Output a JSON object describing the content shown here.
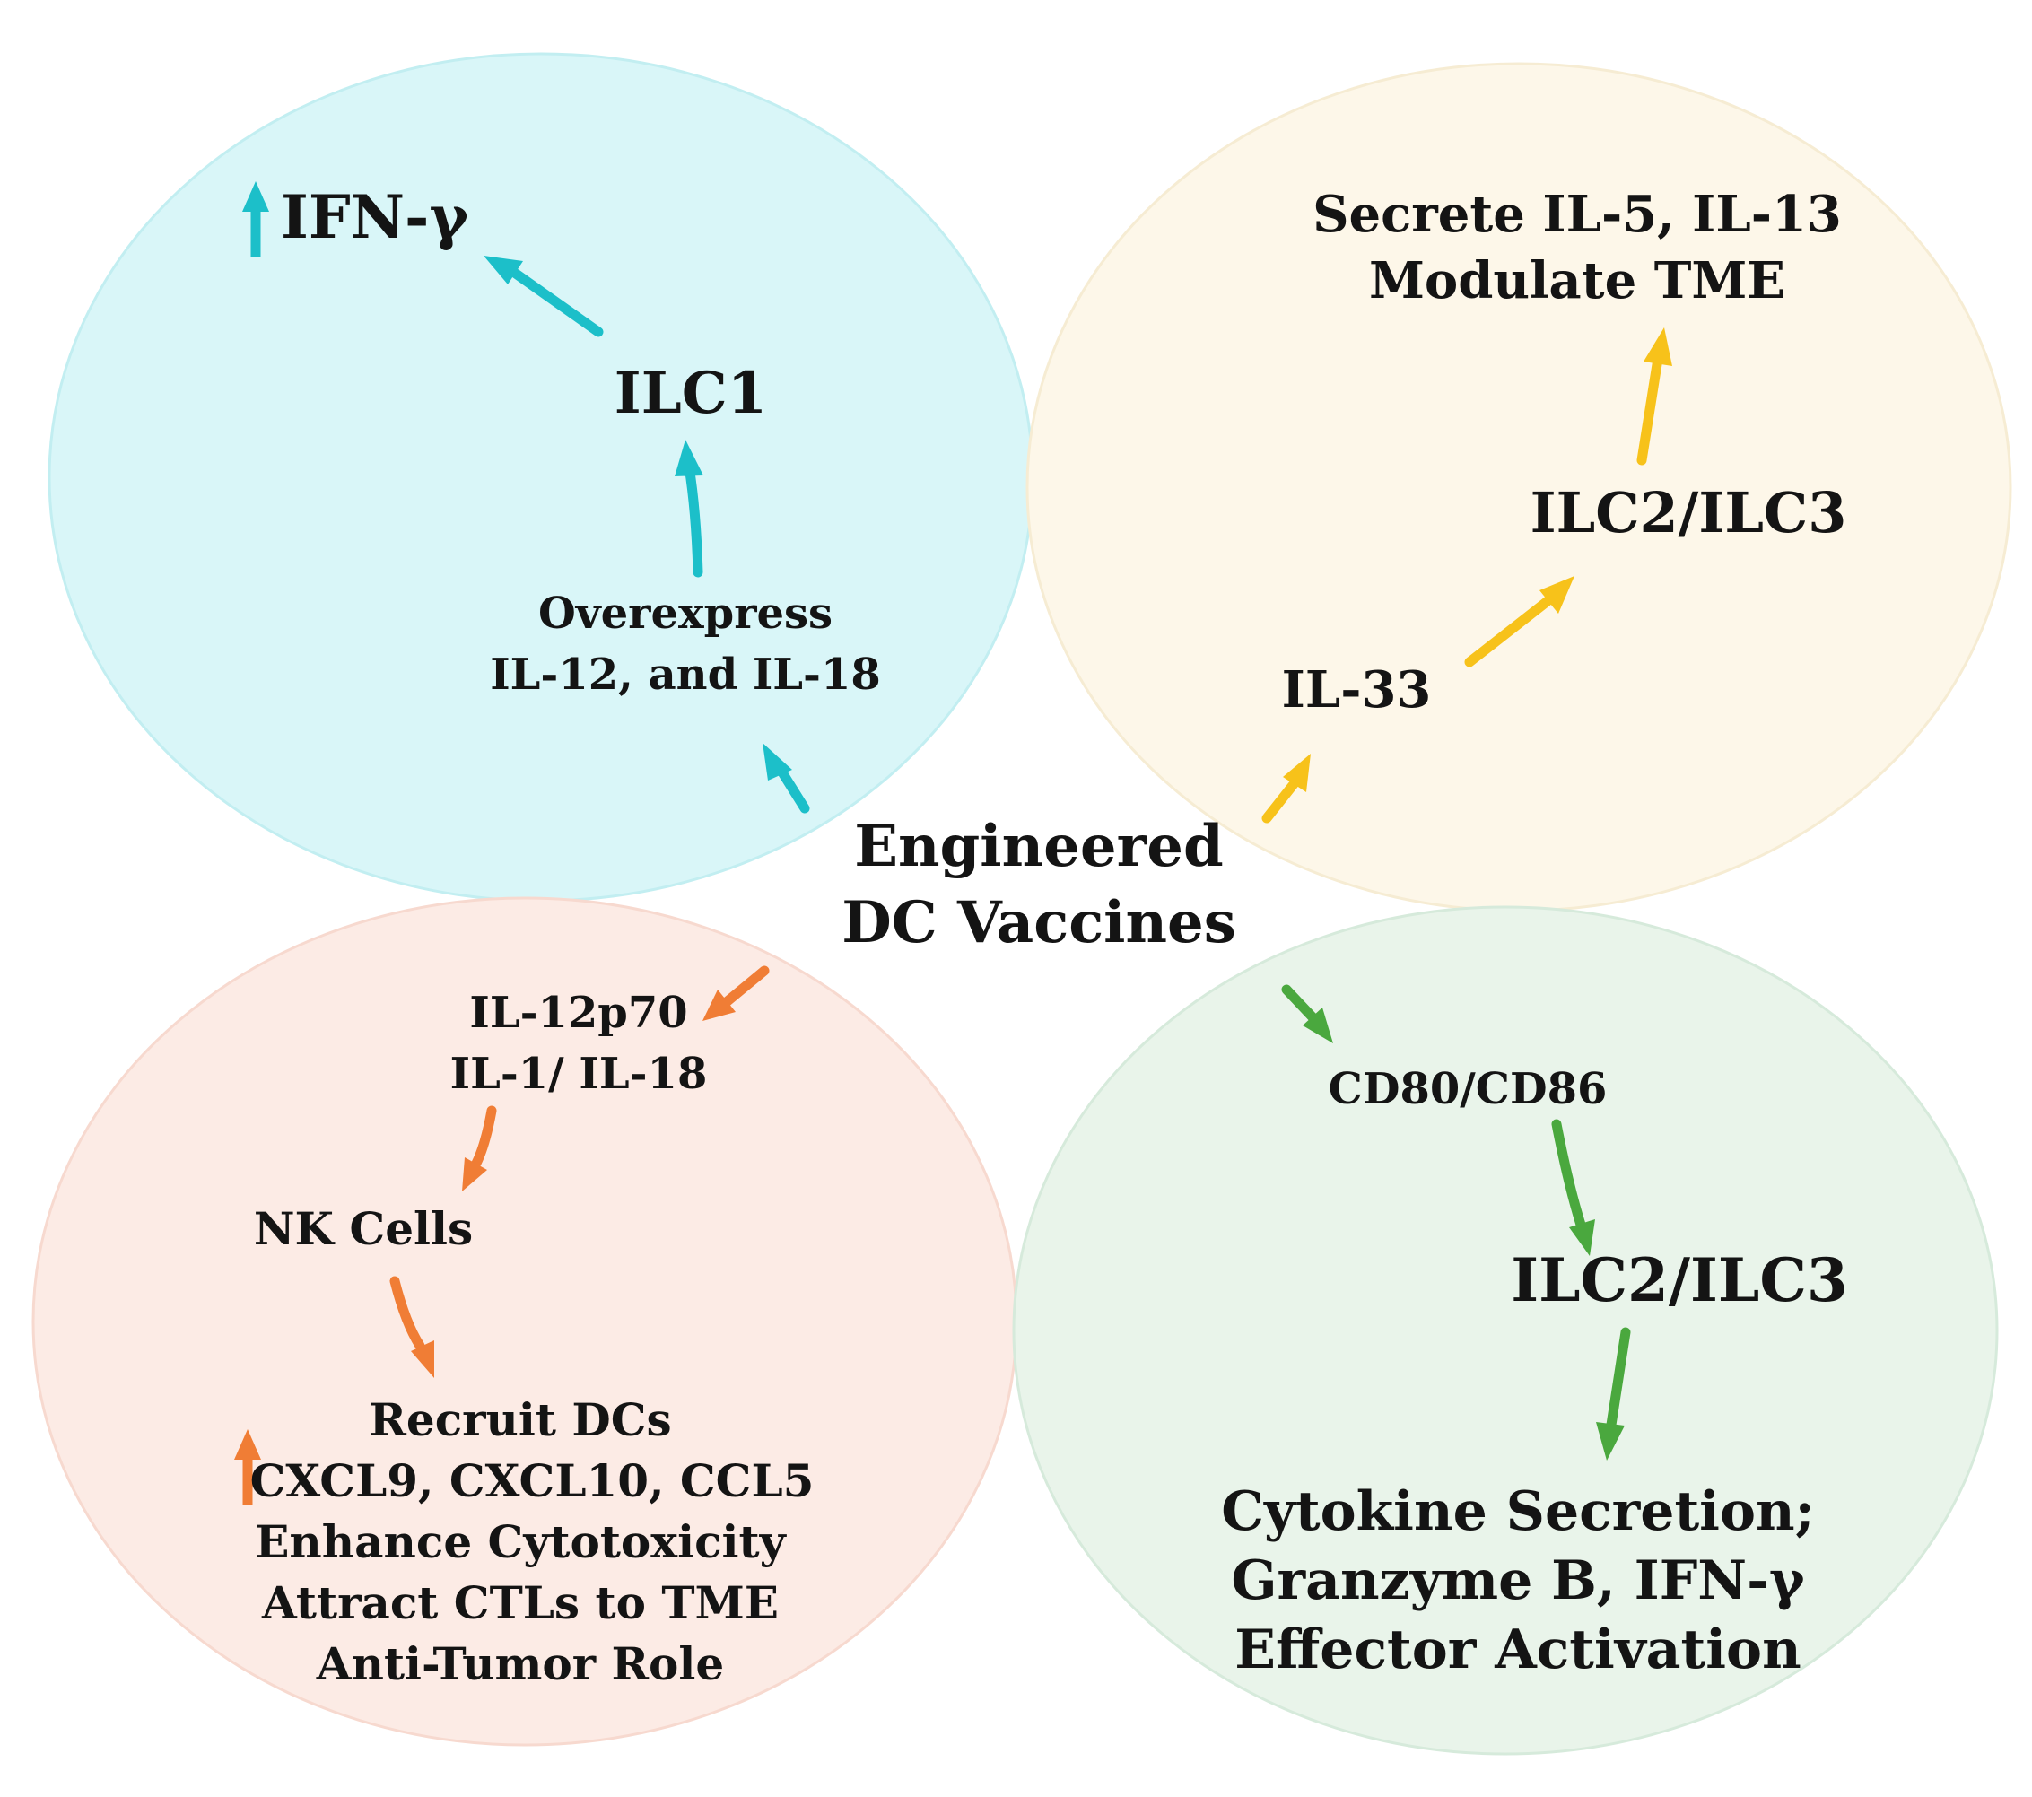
{
  "center": {
    "line1": "Engineered",
    "line2": "DC Vaccines"
  },
  "colors": {
    "ilc1_fill": "#d9f6f8",
    "ilc1_arrow": "#1cbfc9",
    "ilc2_fill": "#fdf7e9",
    "ilc2_arrow": "#f7c21a",
    "nk_fill": "#fcebe5",
    "nk_arrow": "#f07d35",
    "costim_fill": "#e9f4ea",
    "costim_arrow": "#4aa83e",
    "text": "#141414"
  },
  "quadrants": {
    "ilc1": {
      "result_up_icon": "up-arrow-icon",
      "result": "IFN-γ",
      "cell": "ILC1",
      "signal_line1": "Overexpress",
      "signal_line2": "IL-12, and IL-18"
    },
    "ilc2": {
      "result_line1": "Secrete IL-5, IL-13",
      "result_line2": "Modulate TME",
      "cell": "ILC2/ILC3",
      "signal": "IL-33"
    },
    "nk": {
      "signal_line1": "IL-12p70",
      "signal_line2": "IL-1/ IL-18",
      "cell": "NK Cells",
      "outcome_line1": "Recruit DCs",
      "outcome_line2": "CXCL9, CXCL10, CCL5",
      "outcome_line3": "Enhance Cytotoxicity",
      "outcome_line4": "Attract CTLs to TME",
      "outcome_line5": "Anti-Tumor Role",
      "outcome_up_icon": "up-arrow-icon"
    },
    "costim": {
      "signal": "CD80/CD86",
      "cell": "ILC2/ILC3",
      "outcome_line1": "Cytokine Secretion;",
      "outcome_line2": "Granzyme B, IFN-γ",
      "outcome_line3": "Effector Activation"
    }
  }
}
